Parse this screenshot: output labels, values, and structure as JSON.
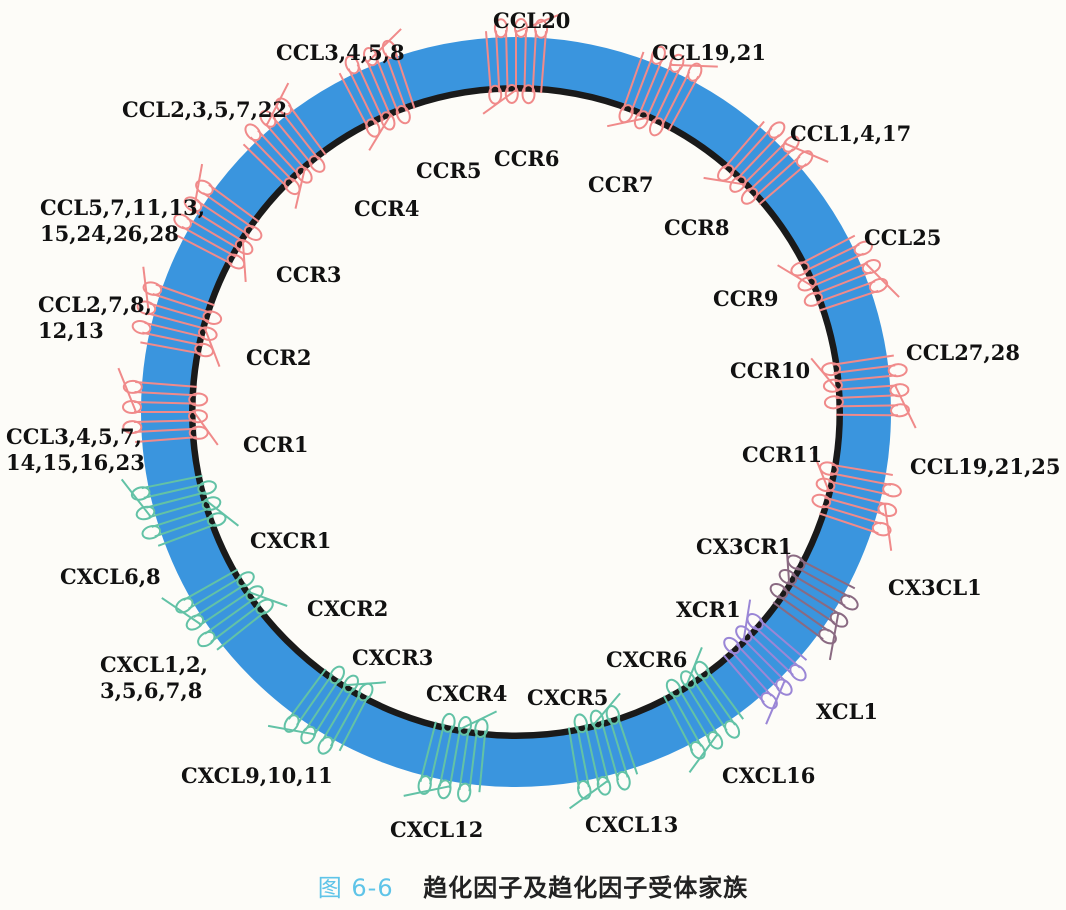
{
  "colors": {
    "ring_fill": "#3a95de",
    "ring_border": "#1a1a1a",
    "ccr": "#f08a8a",
    "cxcr": "#62c2a6",
    "cx3cr": "#8a6a82",
    "xcr": "#9a86d6",
    "caption_number": "#5fc4e8"
  },
  "caption": {
    "number": "图 6-6",
    "title": "趋化因子及趋化因子受体家族"
  },
  "receptors": [
    {
      "name": "CCR1",
      "ligand": "CCL3,4,5,7,\n14,15,16,23",
      "family": "ccr"
    },
    {
      "name": "CCR2",
      "ligand": "CCL2,7,8,\n12,13",
      "family": "ccr"
    },
    {
      "name": "CCR3",
      "ligand": "CCL5,7,11,13,\n15,24,26,28",
      "family": "ccr"
    },
    {
      "name": "CCR4",
      "ligand": "CCL2,3,5,7,22",
      "family": "ccr"
    },
    {
      "name": "CCR5",
      "ligand": "CCL3,4,5,8",
      "family": "ccr"
    },
    {
      "name": "CCR6",
      "ligand": "CCL20",
      "family": "ccr"
    },
    {
      "name": "CCR7",
      "ligand": "CCL19,21",
      "family": "ccr"
    },
    {
      "name": "CCR8",
      "ligand": "CCL1,4,17",
      "family": "ccr"
    },
    {
      "name": "CCR9",
      "ligand": "CCL25",
      "family": "ccr"
    },
    {
      "name": "CCR10",
      "ligand": "CCL27,28",
      "family": "ccr"
    },
    {
      "name": "CCR11",
      "ligand": "CCL19,21,25",
      "family": "ccr"
    },
    {
      "name": "CX3CR1",
      "ligand": "CX3CL1",
      "family": "cx3cr"
    },
    {
      "name": "XCR1",
      "ligand": "XCL1",
      "family": "xcr"
    },
    {
      "name": "CXCR6",
      "ligand": "CXCL16",
      "family": "cxcr"
    },
    {
      "name": "CXCR5",
      "ligand": "CXCL13",
      "family": "cxcr"
    },
    {
      "name": "CXCR4",
      "ligand": "CXCL12",
      "family": "cxcr"
    },
    {
      "name": "CXCR3",
      "ligand": "CXCL9,10,11",
      "family": "cxcr"
    },
    {
      "name": "CXCR2",
      "ligand": "CXCL1,2,\n3,5,6,7,8",
      "family": "cxcr"
    },
    {
      "name": "CXCR1",
      "ligand": "CXCL6,8",
      "family": "cxcr"
    }
  ]
}
